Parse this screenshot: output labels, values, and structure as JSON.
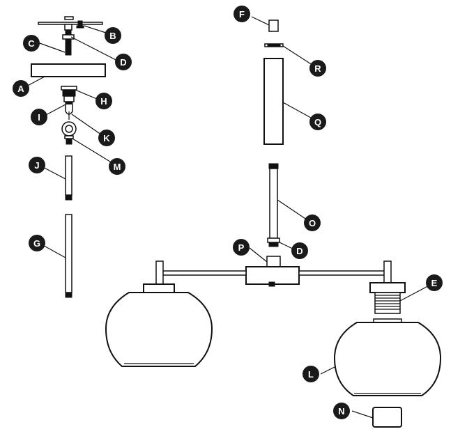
{
  "colors": {
    "line": "#111111",
    "badge": "#1a1a1a",
    "badge_text": "#ffffff",
    "background": "#ffffff"
  },
  "callouts": [
    {
      "id": "a",
      "letter": "A"
    },
    {
      "id": "b",
      "letter": "B"
    },
    {
      "id": "c",
      "letter": "C"
    },
    {
      "id": "d1",
      "letter": "D"
    },
    {
      "id": "h",
      "letter": "H"
    },
    {
      "id": "i",
      "letter": "I"
    },
    {
      "id": "k",
      "letter": "K"
    },
    {
      "id": "m",
      "letter": "M"
    },
    {
      "id": "j",
      "letter": "J"
    },
    {
      "id": "g",
      "letter": "G"
    },
    {
      "id": "f",
      "letter": "F"
    },
    {
      "id": "r",
      "letter": "R"
    },
    {
      "id": "q",
      "letter": "Q"
    },
    {
      "id": "o",
      "letter": "O"
    },
    {
      "id": "p",
      "letter": "P"
    },
    {
      "id": "d2",
      "letter": "D"
    },
    {
      "id": "e",
      "letter": "E"
    },
    {
      "id": "l",
      "letter": "L"
    },
    {
      "id": "n",
      "letter": "N"
    }
  ]
}
